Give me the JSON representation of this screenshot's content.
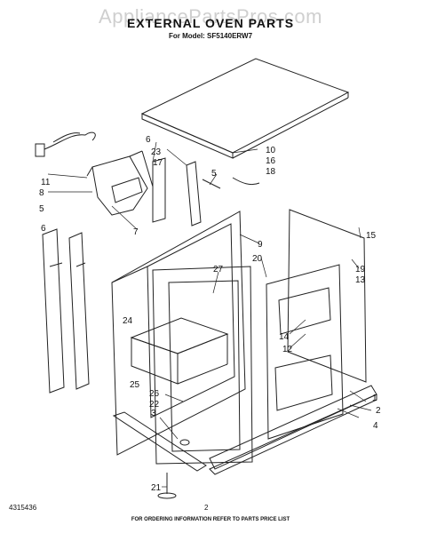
{
  "watermark": "AppliancePartsPros.com",
  "title": "EXTERNAL OVEN PARTS",
  "model_line": "For Model: SF5140ERW7",
  "callouts": [
    "1",
    "2",
    "3",
    "4",
    "5",
    "5",
    "6",
    "6",
    "7",
    "8",
    "9",
    "10",
    "11",
    "12",
    "13",
    "14",
    "15",
    "16",
    "17",
    "18",
    "19",
    "20",
    "21",
    "22",
    "23",
    "24",
    "25",
    "26",
    "27"
  ],
  "footer": {
    "code": "4315436",
    "page": "2",
    "order_info": "FOR ORDERING INFORMATION REFER TO PARTS PRICE LIST"
  }
}
